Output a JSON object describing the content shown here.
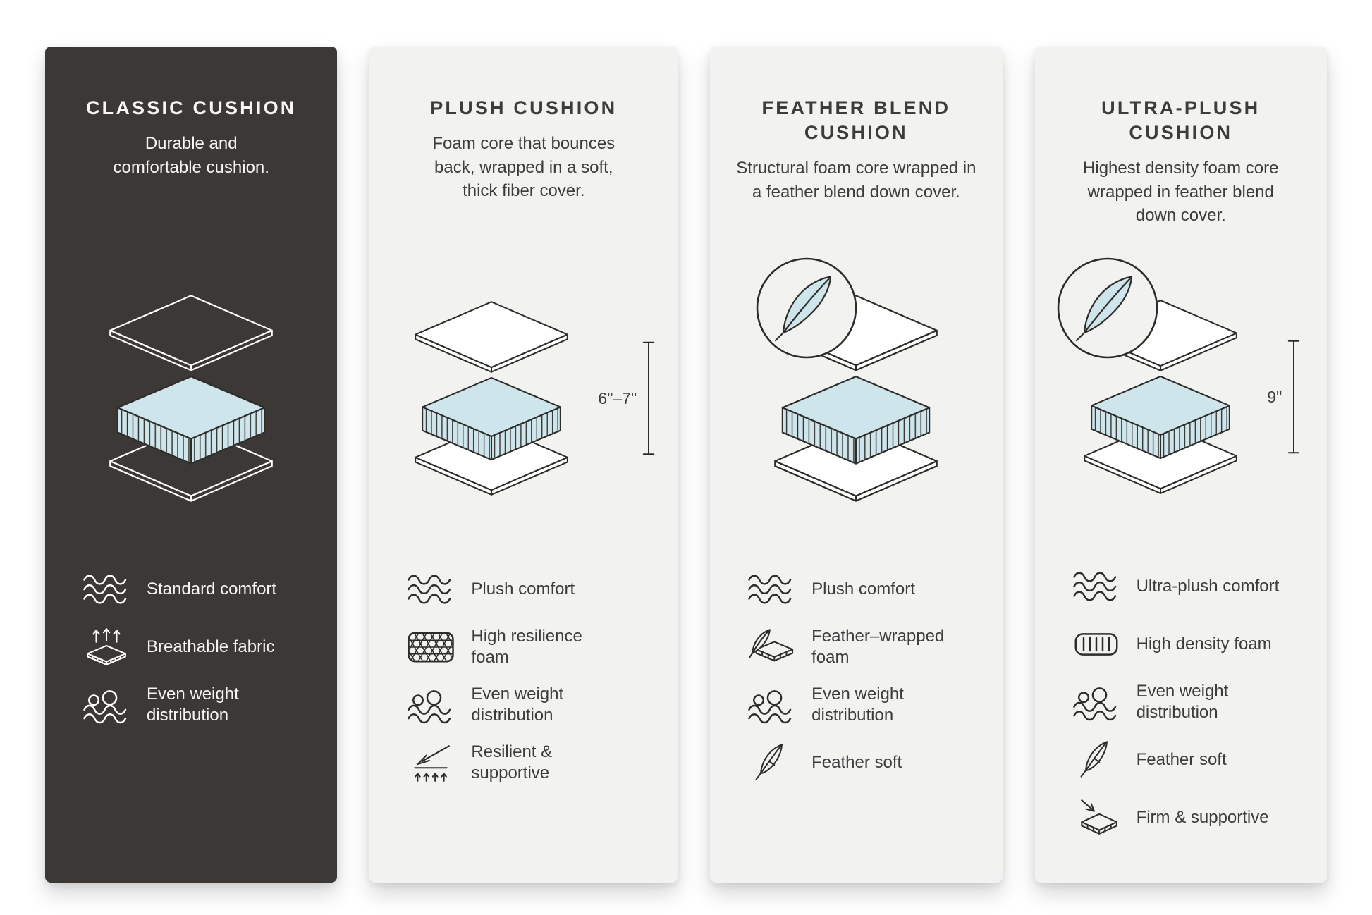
{
  "colors": {
    "page_bg": "#ffffff",
    "dark_panel_bg": "#3b3835",
    "light_panel_bg": "#f2f2f1",
    "foam_blue": "#cfe5ec",
    "line_dark": "#2e2c29",
    "text_dark": "#3c3c3b",
    "text_light": "#f7f6f4"
  },
  "panels": [
    {
      "title": "CLASSIC CUSHION",
      "description": "Durable and\ncomfortable cushion.",
      "theme": "dark",
      "feather_badge": false,
      "measurement": "",
      "features": [
        {
          "icon": "waves-icon",
          "label": "Standard comfort"
        },
        {
          "icon": "breathable-fabric-icon",
          "label": "Breathable fabric"
        },
        {
          "icon": "even-weight-icon",
          "label": "Even weight\ndistribution"
        }
      ]
    },
    {
      "title": "PLUSH CUSHION",
      "description": "Foam core that bounces\nback, wrapped in a soft,\nthick fiber cover.",
      "theme": "light",
      "feather_badge": false,
      "measurement": "6\"–7\"",
      "features": [
        {
          "icon": "waves-icon",
          "label": "Plush comfort"
        },
        {
          "icon": "high-resilience-foam-icon",
          "label": "High resilience\nfoam"
        },
        {
          "icon": "even-weight-icon",
          "label": "Even weight\ndistribution"
        },
        {
          "icon": "resilient-supportive-icon",
          "label": "Resilient &\nsupportive"
        }
      ]
    },
    {
      "title": "FEATHER BLEND\nCUSHION",
      "description": "Structural foam core wrapped in\na feather blend down cover.",
      "theme": "light",
      "feather_badge": true,
      "measurement": "",
      "features": [
        {
          "icon": "waves-icon",
          "label": "Plush comfort"
        },
        {
          "icon": "feather-wrapped-foam-icon",
          "label": "Feather–wrapped\nfoam"
        },
        {
          "icon": "even-weight-icon",
          "label": "Even weight\ndistribution"
        },
        {
          "icon": "feather-icon",
          "label": "Feather soft"
        }
      ]
    },
    {
      "title": "ULTRA-PLUSH\nCUSHION",
      "description": "Highest density foam core\nwrapped in feather blend\ndown cover.",
      "theme": "light",
      "feather_badge": true,
      "measurement": "9\"",
      "features": [
        {
          "icon": "waves-icon",
          "label": "Ultra-plush comfort"
        },
        {
          "icon": "high-density-foam-icon",
          "label": "High density foam"
        },
        {
          "icon": "even-weight-icon",
          "label": "Even weight\ndistribution"
        },
        {
          "icon": "feather-icon",
          "label": "Feather soft"
        },
        {
          "icon": "firm-supportive-icon",
          "label": "Firm & supportive"
        }
      ]
    }
  ]
}
